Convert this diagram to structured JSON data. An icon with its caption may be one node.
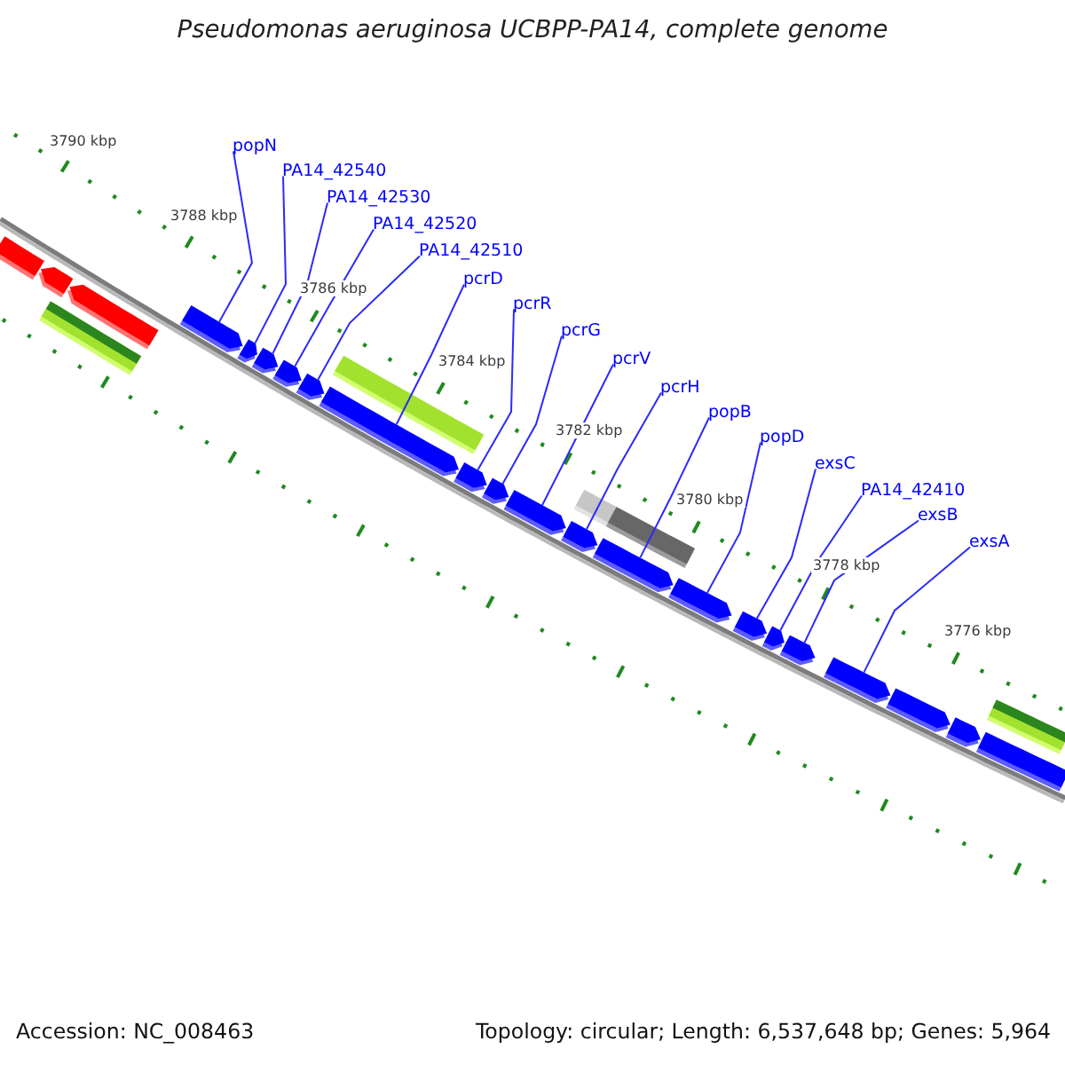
{
  "diagram": {
    "title": "Pseudomonas aeruginosa UCBPP-PA14, complete genome",
    "nodes": [
      {
        "text": [
          "popN"
        ]
      },
      {
        "text": [
          "PA14_42540"
        ]
      },
      {
        "text": [
          "PA14_42530"
        ]
      },
      {
        "text": [
          "PA14_42520"
        ]
      },
      {
        "text": [
          "PA14_42510"
        ]
      },
      {
        "text": [
          "pcrD"
        ]
      },
      {
        "text": [
          "pcrR"
        ]
      },
      {
        "text": [
          "pcrG"
        ]
      },
      {
        "text": [
          "pcrV"
        ]
      },
      {
        "text": [
          "pcrH"
        ]
      },
      {
        "text": [
          "popB"
        ]
      },
      {
        "text": [
          "popD"
        ]
      },
      {
        "text": [
          "exsC"
        ]
      },
      {
        "text": [
          "PA14_42410"
        ]
      },
      {
        "text": [
          "exsB"
        ]
      },
      {
        "text": [
          "exsA"
        ]
      },
      {
        "text": [],
        "shape": "bar"
      },
      {
        "text": [],
        "shape": "bar"
      },
      {
        "text": [],
        "shape": "bar"
      },
      {
        "text": [],
        "shape": "bar"
      },
      {
        "text": [],
        "shape": "bar"
      },
      {
        "text": [],
        "shape": "bar"
      },
      {
        "text": [],
        "shape": "bar"
      },
      {
        "text": [],
        "shape": "bar"
      },
      {
        "text": [],
        "shape": "bar"
      },
      {
        "text": [],
        "shape": "bar"
      },
      {
        "text": [],
        "shape": "bar"
      },
      {
        "text": [],
        "shape": "bar"
      },
      {
        "text": [],
        "shape": "bar"
      },
      {
        "text": [],
        "shape": "bar"
      },
      {
        "text": [],
        "shape": "bar"
      },
      {
        "text": [],
        "shape": "bar"
      },
      {
        "text": [],
        "shape": "bar"
      },
      {
        "text": [],
        "shape": "bar"
      },
      {
        "text": [],
        "shape": "bar"
      },
      {
        "text": [],
        "shape": "bar"
      },
      {
        "text": [],
        "shape": "bar"
      },
      {
        "text": [],
        "shape": "bar"
      },
      {
        "text": [],
        "shape": "bar"
      },
      {
        "text": [],
        "shape": "bar"
      },
      {
        "text": [],
        "shape": "bar"
      },
      {
        "text": [],
        "shape": "bar"
      },
      {
        "text": [],
        "shape": "bar"
      }
    ],
    "edges": [
      {
        "from": 0,
        "to": 19,
        "arrow": "none"
      },
      {
        "from": 1,
        "to": 20,
        "arrow": "none"
      },
      {
        "from": 2,
        "to": 21,
        "arrow": "none"
      },
      {
        "from": 3,
        "to": 22,
        "arrow": "none"
      },
      {
        "from": 4,
        "to": 23,
        "arrow": "none"
      },
      {
        "from": 5,
        "to": 24,
        "arrow": "none"
      },
      {
        "from": 6,
        "to": 25,
        "arrow": "none"
      },
      {
        "from": 7,
        "to": 26,
        "arrow": "none"
      },
      {
        "from": 8,
        "to": 27,
        "arrow": "none"
      },
      {
        "from": 9,
        "to": 28,
        "arrow": "none"
      },
      {
        "from": 10,
        "to": 29,
        "arrow": "none"
      },
      {
        "from": 11,
        "to": 30,
        "arrow": "none"
      },
      {
        "from": 12,
        "to": 31,
        "arrow": "none"
      },
      {
        "from": 13,
        "to": 32,
        "arrow": "none"
      },
      {
        "from": 14,
        "to": 33,
        "arrow": "none"
      },
      {
        "from": 15,
        "to": 34,
        "arrow": "none"
      }
    ],
    "labels": [
      "3790 kbp",
      "3788 kbp",
      "3786 kbp",
      "3784 kbp",
      "3782 kbp",
      "3780 kbp",
      "3778 kbp",
      "3776 kbp",
      "Accession: NC_008463",
      "Topology: circular; Length: 6,537,648 bp; Genes: 5,964"
    ]
  }
}
